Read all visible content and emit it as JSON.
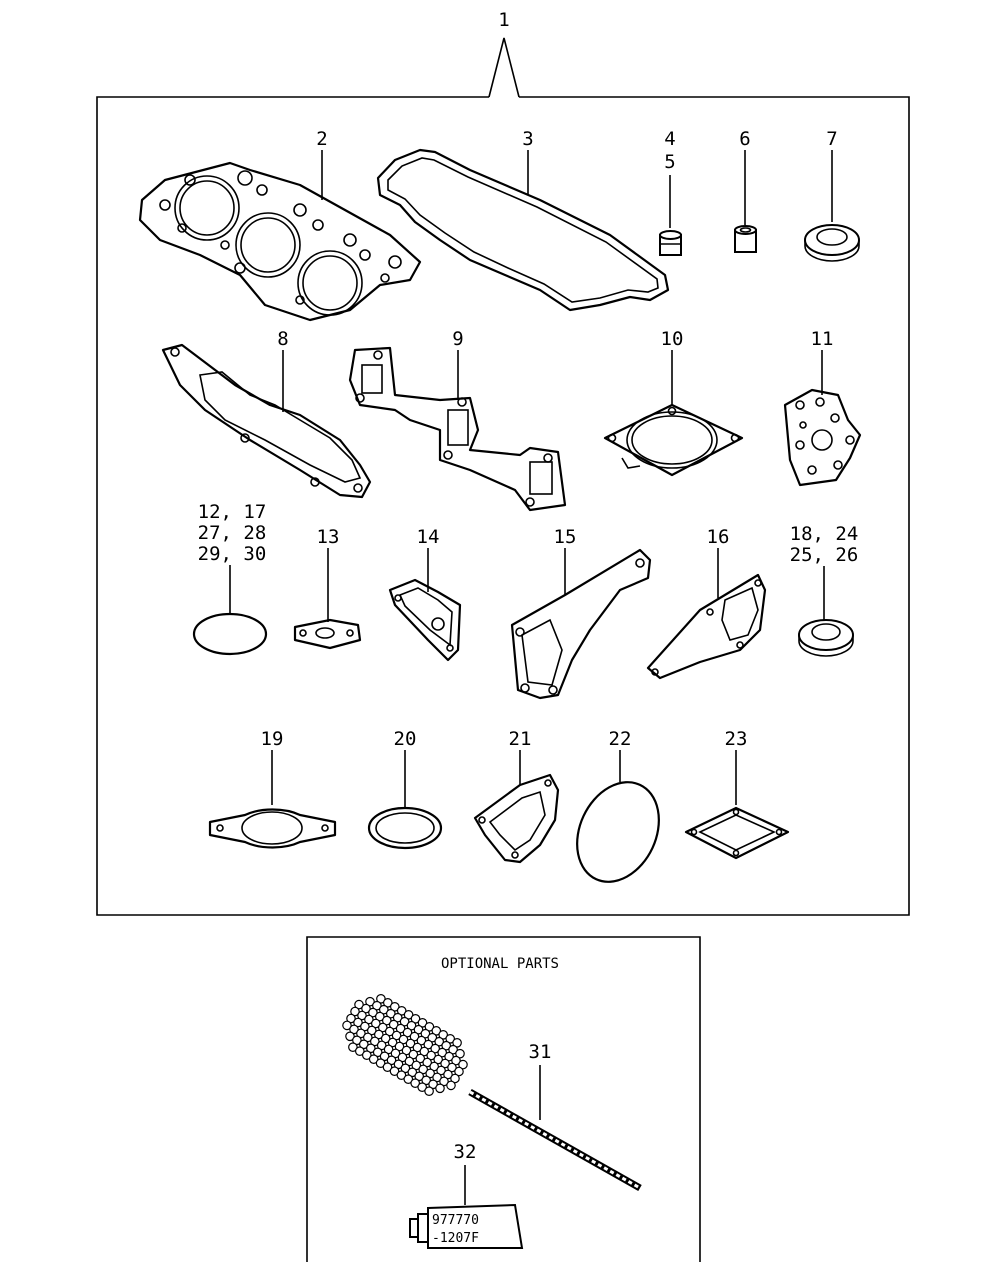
{
  "main_label": "1",
  "optional_title": "OPTIONAL PARTS",
  "tube_text_1": "977770",
  "tube_text_2": "-1207F",
  "labels": {
    "p2": "2",
    "p3": "3",
    "p4": "4",
    "p5": "5",
    "p6": "6",
    "p7": "7",
    "p8": "8",
    "p9": "9",
    "p10": "10",
    "p11": "11",
    "p12a": "12, 17",
    "p12b": "27, 28",
    "p12c": "29, 30",
    "p13": "13",
    "p14": "14",
    "p15": "15",
    "p16": "16",
    "p18a": "18, 24",
    "p18b": "25, 26",
    "p19": "19",
    "p20": "20",
    "p21": "21",
    "p22": "22",
    "p23": "23",
    "p31": "31",
    "p32": "32"
  }
}
